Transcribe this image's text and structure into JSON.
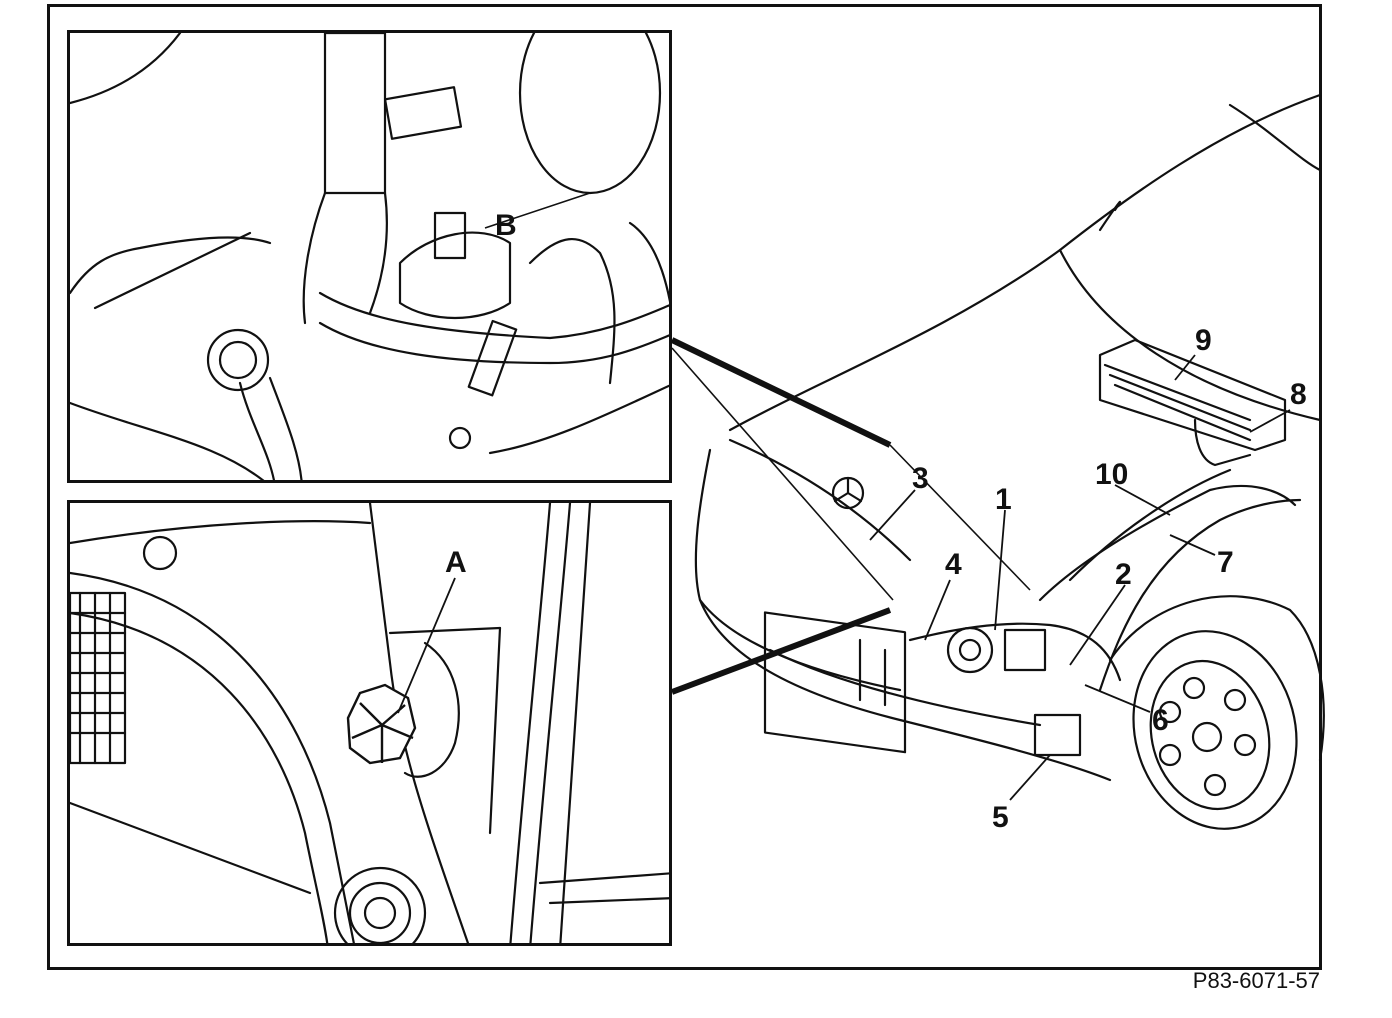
{
  "figure": {
    "reference_code": "P83-6071-57",
    "inset_labels": {
      "a": "A",
      "b": "B"
    },
    "callouts": [
      "1",
      "2",
      "3",
      "4",
      "5",
      "6",
      "7",
      "8",
      "9",
      "10"
    ]
  },
  "colors": {
    "line": "#111111",
    "background": "#ffffff"
  }
}
